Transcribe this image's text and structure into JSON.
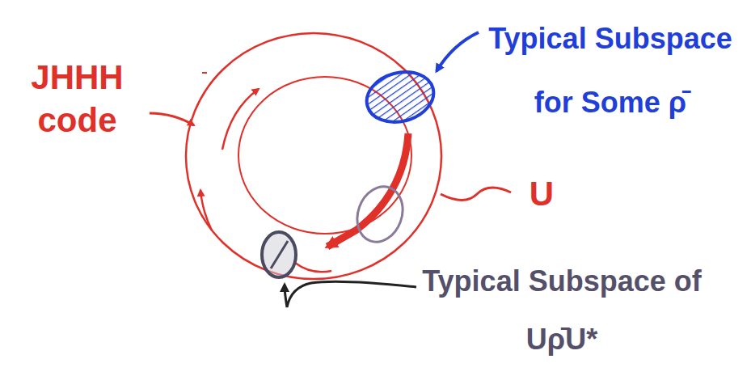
{
  "diagram": {
    "labels": [
      "JHHH code",
      "Typical Subspace for Some ρ̄",
      "U",
      "Typical Subspace of Uρ̄U*"
    ]
  }
}
